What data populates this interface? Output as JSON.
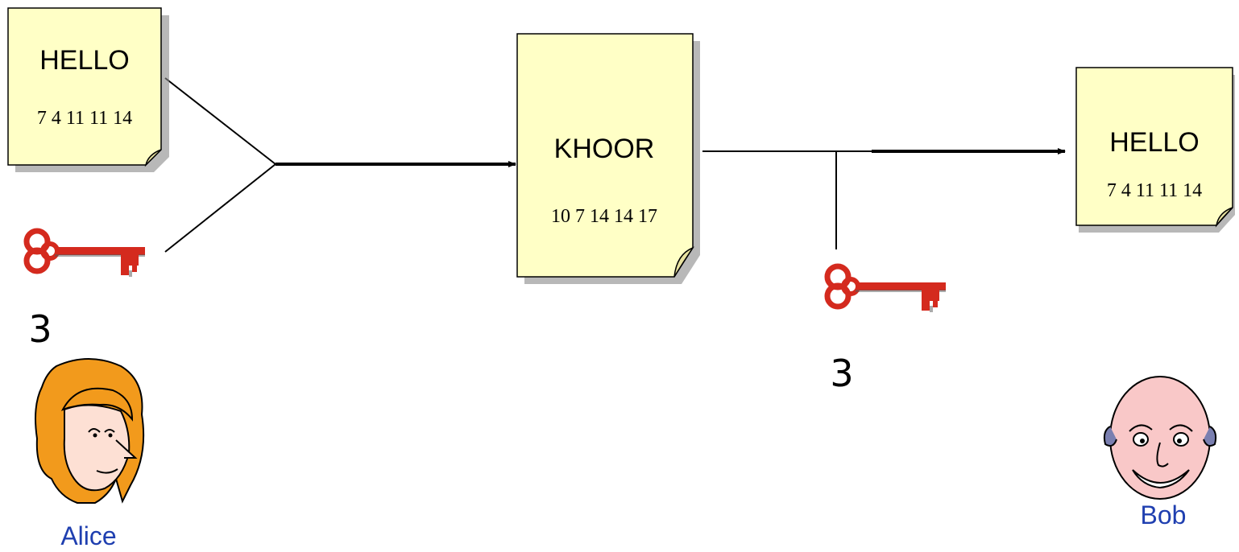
{
  "alice_note": {
    "word": "HELLO",
    "numbers": "7 4 11 11 14"
  },
  "cipher_note": {
    "word": "KHOOR",
    "numbers": "10 7 14 14 17"
  },
  "bob_note": {
    "word": "HELLO",
    "numbers": "7 4 11 11 14"
  },
  "alice_key": {
    "value": "3",
    "icon": "key-icon"
  },
  "bob_key": {
    "value": "3",
    "icon": "key-icon"
  },
  "alice": {
    "name": "Alice",
    "icon": "alice-avatar"
  },
  "bob": {
    "name": "Bob",
    "icon": "bob-avatar"
  },
  "colors": {
    "note_fill": "#ffffc6",
    "key": "#d42a1e",
    "name": "#1f3fb0",
    "alice_hair": "#f29a1c"
  }
}
